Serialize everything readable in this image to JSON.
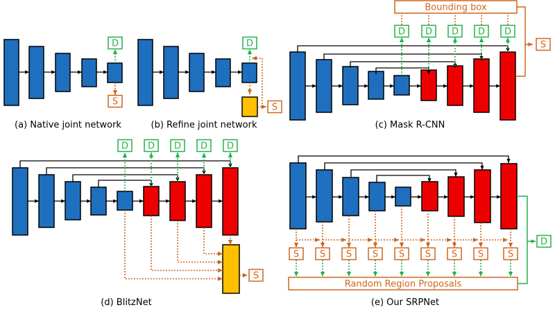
{
  "captions": {
    "a": "(a) Native joint network",
    "b": "(b) Refine joint network",
    "c": "(c) Mask R-CNN",
    "d": "(d) BlitzNet",
    "e": "(e) Our SRPNet"
  },
  "labels": {
    "detection": "D",
    "segmentation": "S",
    "bounding_box": "Bounding box",
    "random_region_proposals": "Random Region Proposals"
  },
  "colors": {
    "encoder_block": "#1f6fbf",
    "decoder_block": "#ee0000",
    "fusion_block": "#ffc000",
    "detection": "#22b14c",
    "segmentation": "#d0651c",
    "skip_connection": "#000000"
  }
}
